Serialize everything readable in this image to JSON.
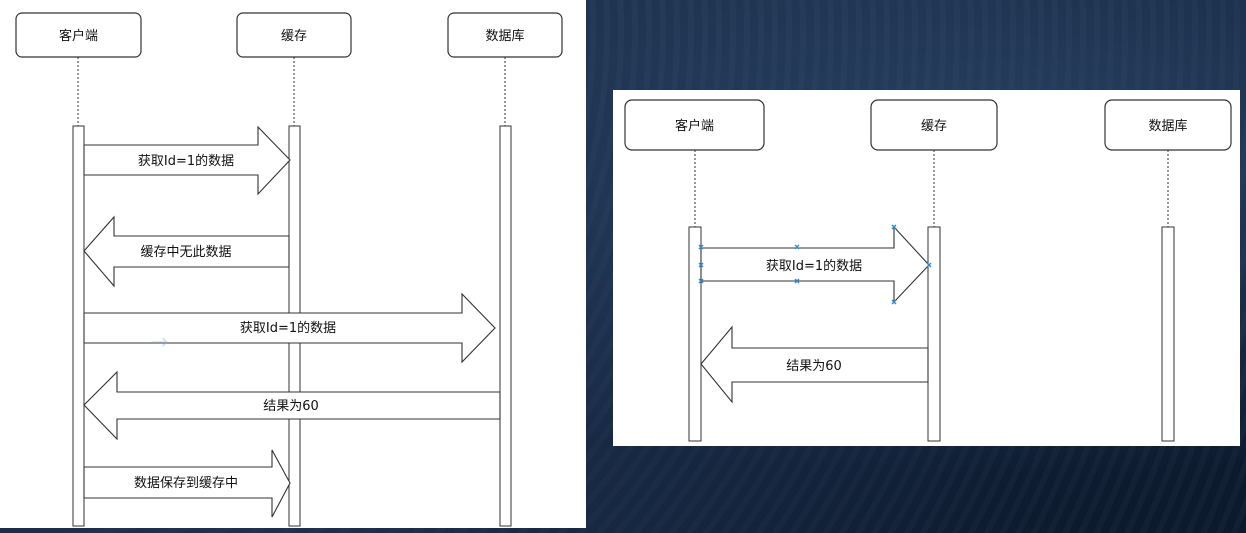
{
  "diagram_left": {
    "participants": [
      "客户端",
      "缓存",
      "数据库"
    ],
    "messages": [
      {
        "from": 0,
        "to": 1,
        "label": "获取Id=1的数据"
      },
      {
        "from": 1,
        "to": 0,
        "label": "缓存中无此数据"
      },
      {
        "from": 0,
        "to": 2,
        "label": "获取Id=1的数据"
      },
      {
        "from": 2,
        "to": 0,
        "label": "结果为60"
      },
      {
        "from": 0,
        "to": 1,
        "label": "数据保存到缓存中"
      }
    ]
  },
  "diagram_right": {
    "participants": [
      "客户端",
      "缓存",
      "数据库"
    ],
    "messages": [
      {
        "from": 0,
        "to": 1,
        "label": "获取Id=1的数据"
      },
      {
        "from": 1,
        "to": 0,
        "label": "结果为60"
      }
    ]
  }
}
